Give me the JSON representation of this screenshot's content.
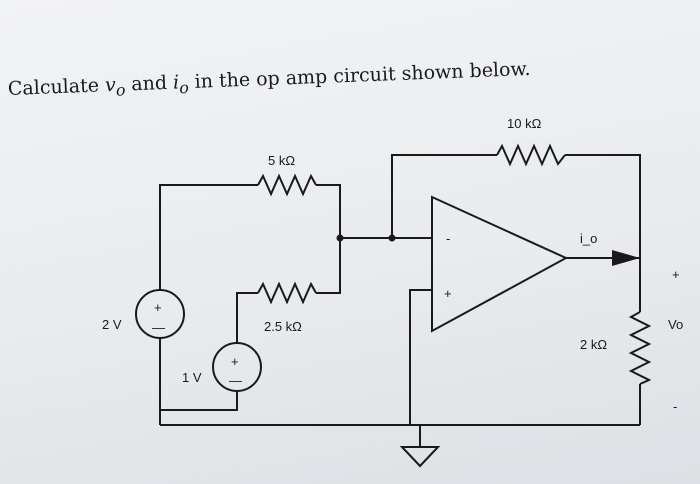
{
  "question": {
    "prefix": "Calculate ",
    "var1": "v",
    "sub1": "o",
    "mid": " and ",
    "var2": "i",
    "sub2": "o",
    "suffix": " in the op amp circuit shown below."
  },
  "labels": {
    "r_feedback": "10 kΩ",
    "r_top": "5 kΩ",
    "r_bottom": "2.5 kΩ",
    "r_load": "2 kΩ",
    "source_left": "2 V",
    "source_right": "1 V",
    "current": "i_o",
    "output": "Vo",
    "plus_sign": "+",
    "minus_sign": "-",
    "src_plus": "+",
    "src_minus": "—"
  },
  "colors": {
    "ink": "#1a1a1a",
    "background": "#eceef1"
  }
}
